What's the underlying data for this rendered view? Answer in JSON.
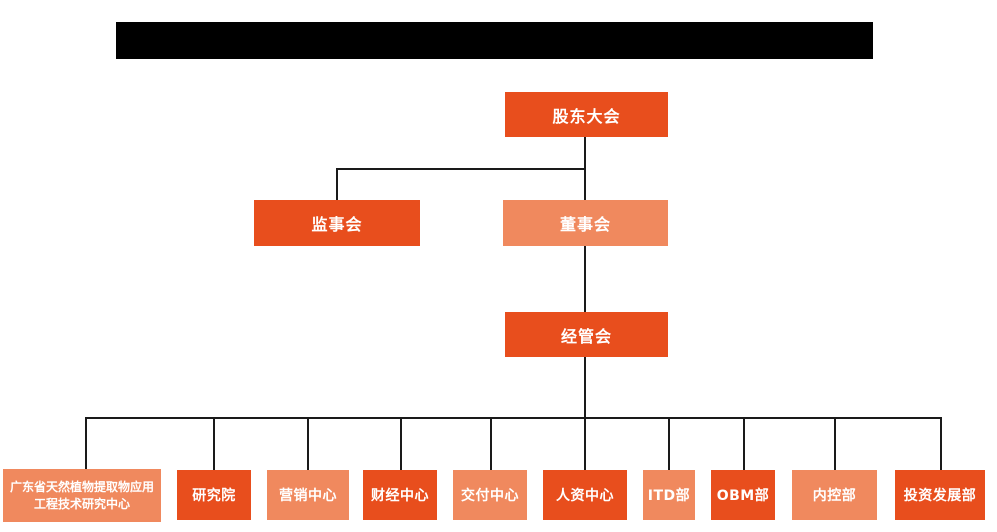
{
  "header": {
    "redacted_title_bar": true
  },
  "colors": {
    "primary_orange": "#E84E1D",
    "light_orange": "#F0895E",
    "connector_line": "#1A1A1A",
    "node_text": "#FFFFFF",
    "background": "#FFFFFF",
    "title_bar": "#000000"
  },
  "org_chart": {
    "type": "org-chart",
    "nodes": {
      "shareholders": {
        "label": "股东大会"
      },
      "supervisory": {
        "label": "监事会"
      },
      "board": {
        "label": "董事会"
      },
      "management": {
        "label": "经管会"
      }
    },
    "departments": [
      {
        "label": "广东省天然植物提取物应用工程技术研究中心"
      },
      {
        "label": "研究院"
      },
      {
        "label": "营销中心"
      },
      {
        "label": "财经中心"
      },
      {
        "label": "交付中心"
      },
      {
        "label": "人资中心"
      },
      {
        "label": "ITD部"
      },
      {
        "label": "OBM部"
      },
      {
        "label": "内控部"
      },
      {
        "label": "投资发展部"
      }
    ],
    "hierarchy": [
      {
        "parent": "股东大会",
        "children": [
          "监事会",
          "董事会"
        ]
      },
      {
        "parent": "董事会",
        "children": [
          "经管会"
        ]
      },
      {
        "parent": "经管会",
        "children": [
          "广东省天然植物提取物应用工程技术研究中心",
          "研究院",
          "营销中心",
          "财经中心",
          "交付中心",
          "人资中心",
          "ITD部",
          "OBM部",
          "内控部",
          "投资发展部"
        ]
      }
    ]
  }
}
